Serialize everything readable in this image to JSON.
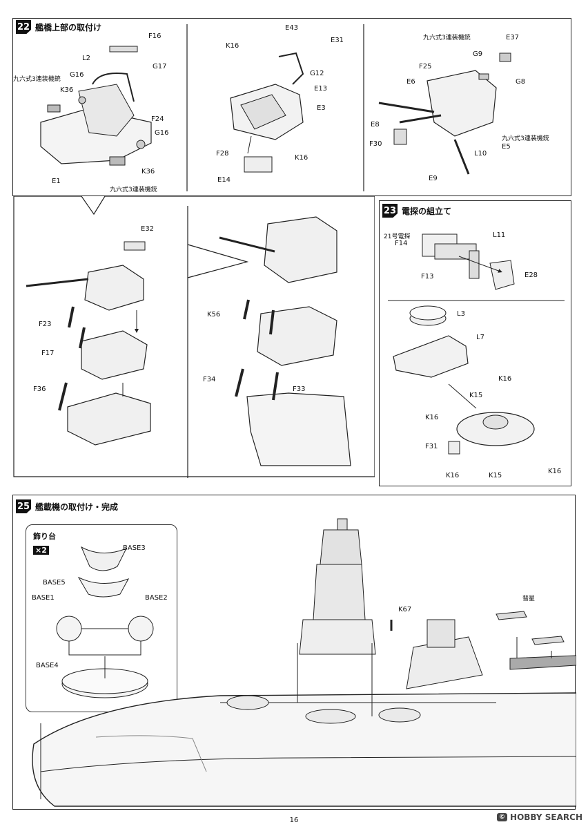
{
  "step22": {
    "num": "22",
    "title": "艦橋上部の取付け"
  },
  "step22_labels": {
    "F16": "F16",
    "L2": "L2",
    "G17": "G17",
    "G16a": "G16",
    "K36a": "K36",
    "mg_a": "九六式3連装機銃",
    "F24": "F24",
    "G16b": "G16",
    "K36b": "K36",
    "E1": "E1",
    "mg_b": "九六式3連装機銃",
    "E43": "E43",
    "K16": "K16",
    "E31": "E31",
    "G12": "G12",
    "E13": "E13",
    "E3": "E3",
    "F28": "F28",
    "K16b": "K16",
    "E14": "E14",
    "mg_c": "九六式3連装機銃",
    "E37": "E37",
    "F25": "F25",
    "G9": "G9",
    "E6": "E6",
    "G8": "G8",
    "mg_d": "九六式3連装機銃",
    "E8": "E8",
    "F30": "F30",
    "L10": "L10",
    "E5": "E5",
    "E9": "E9",
    "E32": "E32",
    "F23": "F23",
    "F17": "F17",
    "F36": "F36",
    "K56": "K56",
    "F34": "F34",
    "F33": "F33"
  },
  "step23": {
    "num": "23",
    "title": "電探の組立て"
  },
  "step23_labels": {
    "radar": "21号電探",
    "F14": "F14",
    "L11": "L11",
    "F13": "F13",
    "E28": "E28",
    "L3": "L3",
    "L7": "L7",
    "K16a": "K16",
    "K15a": "K15",
    "K16b": "K16",
    "F31": "F31",
    "K16c": "K16",
    "K15b": "K15",
    "K16d": "K16"
  },
  "step25": {
    "num": "25",
    "title": "艦載機の取付け・完成"
  },
  "step25_labels": {
    "stand": "飾り台",
    "x2": "×2",
    "BASE3": "BASE3",
    "BASE5": "BASE5",
    "BASE1": "BASE1",
    "BASE2": "BASE2",
    "BASE4": "BASE4",
    "K67": "K67",
    "suisei": "彗星"
  },
  "footer": {
    "page": "16",
    "watermark": "HOBBY SEARCH",
    "badge": "©"
  }
}
